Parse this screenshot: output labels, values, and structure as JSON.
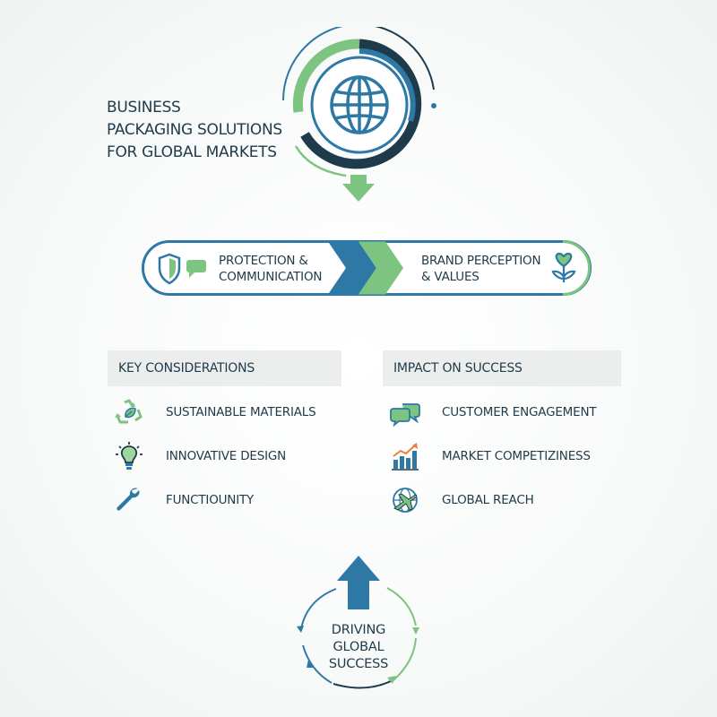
{
  "header": {
    "title_lines": [
      "BUSINESS",
      "PACKAGING SOLUTIONS",
      "FOR GLOBAL MARKETS"
    ],
    "icon": "globe-icon"
  },
  "flow": {
    "left": {
      "lines": [
        "PROTECTION &",
        "COMMUNICATION"
      ],
      "icons": [
        "shield-icon",
        "chat-bubble-icon"
      ]
    },
    "right": {
      "lines": [
        "BRAND PERCEPTION",
        "& VALUES"
      ],
      "icon": "heart-leaf-icon"
    }
  },
  "considerations": {
    "header": "KEY CONSIDERATIONS",
    "items": [
      {
        "label": "SUSTAINABLE MATERIALS",
        "icon": "recycle-icon"
      },
      {
        "label": "INNOVATIVE DESIGN",
        "icon": "lightbulb-icon"
      },
      {
        "label": "FUNCTIOUNITY",
        "icon": "wrench-icon"
      }
    ]
  },
  "impact": {
    "header": "IMPACT ON SUCCESS",
    "items": [
      {
        "label": "CUSTOMER ENGAGEMENT",
        "icon": "chat-bubbles-icon"
      },
      {
        "label": "MARKET COMPETIZINESS",
        "icon": "bar-chart-icon"
      },
      {
        "label": "GLOBAL REACH",
        "icon": "airplane-globe-icon"
      }
    ]
  },
  "cycle": {
    "lines": [
      "DRIVING",
      "GLOBAL",
      "SUCCESS"
    ],
    "icon": "up-arrow-icon"
  },
  "colors": {
    "navy": "#1f3a4a",
    "blue": "#2e78a6",
    "green": "#7cc47f",
    "gray": "#eceeee"
  }
}
